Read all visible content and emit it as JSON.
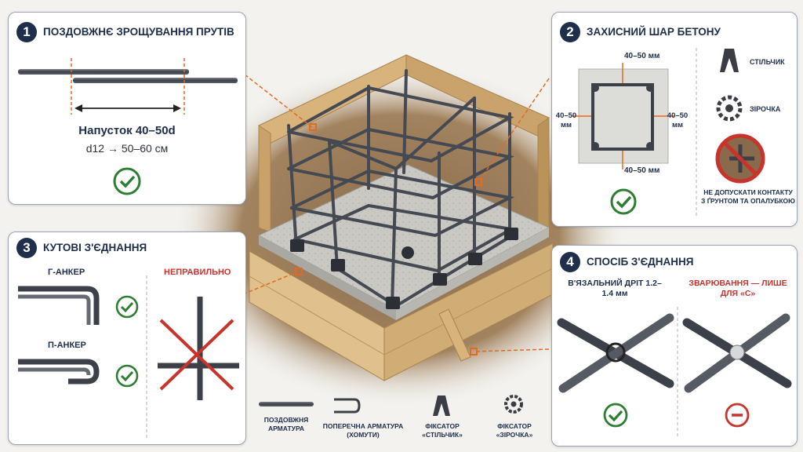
{
  "panels": [
    {
      "number": "1",
      "title": "ПОЗДОВЖНЄ ЗРОЩУВАННЯ ПРУТІВ",
      "lap": "Напусток 40–50d",
      "example": "d12 → 50–60 см"
    },
    {
      "number": "2",
      "title": "ЗАХИСНИЙ ШАР БЕТОНУ",
      "cover_top": "40–50 мм",
      "cover_left": "40–50 мм",
      "cover_right": "40–50 мм",
      "cover_bottom": "40–50 мм",
      "chair_label": "СТІЛЬЧИК",
      "star_label": "ЗІРОЧКА",
      "warning": "НЕ ДОПУСКАТИ КОНТАКТУ З ҐРУНТОМ ТА ОПАЛУБКОЮ"
    },
    {
      "number": "3",
      "title": "КУТОВІ З'ЄДНАННЯ",
      "g_anchor": "Г-АНКЕР",
      "p_anchor": "П-АНКЕР",
      "wrong": "НЕПРАВИЛЬНО"
    },
    {
      "number": "4",
      "title": "СПОСІБ З'ЄДНАННЯ",
      "tie_wire": "В'ЯЗАЛЬНИЙ ДРІТ 1.2–1.4 мм",
      "welding": "ЗВАРЮВАННЯ — ЛИШЕ ДЛЯ «С»"
    }
  ],
  "legend": [
    {
      "label": "ПОЗДОВЖНЯ АРМАТУРА",
      "icon": "rebar-bar-icon"
    },
    {
      "label": "ПОПЕРЕЧНА АРМАТУРА (ХОМУТИ)",
      "icon": "stirrup-icon"
    },
    {
      "label": "ФІКСАТОР «СТІЛЬЧИК»",
      "icon": "chair-spacer-icon"
    },
    {
      "label": "ФІКСАТОР «ЗІРОЧКА»",
      "icon": "star-spacer-icon"
    }
  ],
  "colors": {
    "navy": "#1e2e4a",
    "check_green": "#2e7d32",
    "wrong_red": "#c8332b",
    "leader_orange": "#e36a1e",
    "wood": "#d9b683",
    "concrete": "#c7c6c1",
    "rebar": "#4b4f57"
  }
}
